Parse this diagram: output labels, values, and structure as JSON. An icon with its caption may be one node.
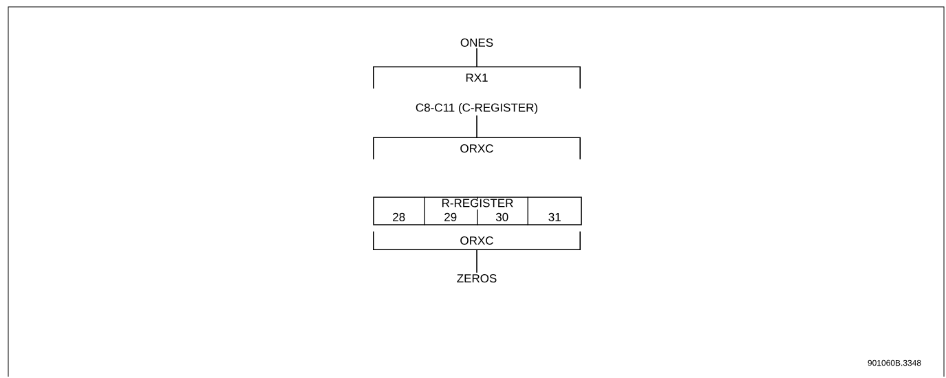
{
  "diagram": {
    "nodes": [
      {
        "text": [
          "ONES"
        ]
      },
      {
        "text": [
          "RX1"
        ]
      },
      {
        "text": [
          "C8-C11 (C-REGISTER)"
        ]
      },
      {
        "text": [
          "ORXC"
        ]
      },
      {
        "text": [
          "R-REGISTER"
        ]
      },
      {
        "text": [
          "28"
        ],
        "in": 4
      },
      {
        "text": [
          "29"
        ],
        "in": 4
      },
      {
        "text": [
          "30"
        ],
        "in": 4
      },
      {
        "text": [
          "31"
        ],
        "in": 4
      },
      {
        "text": [
          "ORXC"
        ]
      },
      {
        "text": [
          "ZEROS"
        ]
      }
    ],
    "edges": [
      {
        "from": 0,
        "to": 1,
        "arrow": "none"
      },
      {
        "from": 2,
        "to": 3,
        "arrow": "none"
      },
      {
        "from": 9,
        "to": 10,
        "arrow": "none"
      }
    ],
    "labels": [
      "901060B.3348"
    ]
  }
}
